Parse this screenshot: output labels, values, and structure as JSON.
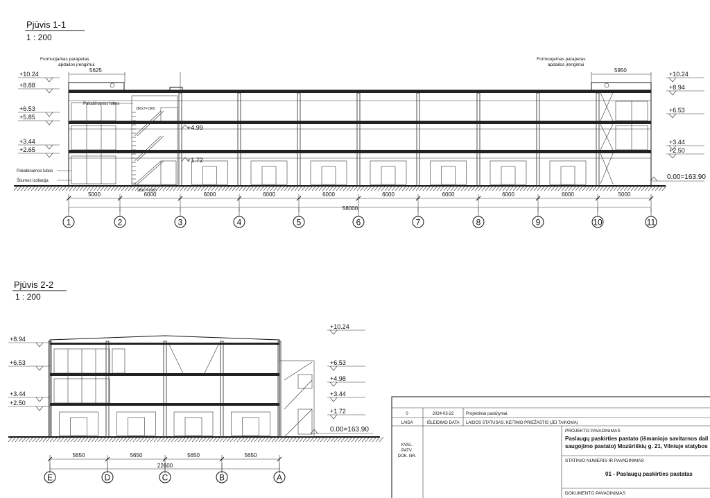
{
  "section1": {
    "title": "Pjūvis 1-1",
    "scale": "1 : 200",
    "parapet_note_left": [
      "Formuojamas parapetas",
      "apdailos įrengimui"
    ],
    "parapet_note_right": [
      "Formuojamas parapetas",
      "apdailos įrengimui"
    ],
    "parapet_width_left": "5625",
    "parapet_width_right": "5950",
    "levels_left": [
      "+10.24",
      "+8.88",
      "+6.53",
      "+5.85",
      "+3.44",
      "+2.65"
    ],
    "levels_right": [
      "+10.24",
      "+8.94",
      "+6.53",
      "+3.44",
      "+2.50"
    ],
    "ground_level": "0.00=163.90",
    "stair_levels": [
      "+4.99",
      "+1.72"
    ],
    "stair_note_top": "280x7=1960",
    "stair_note_bottom": "280x7=1960",
    "notes": [
      "Pakabinamos lubos",
      "Pakabinamos lubos",
      "Šilumos izoliacija"
    ],
    "dimensions": [
      "5000",
      "6000",
      "6000",
      "6000",
      "6000",
      "6000",
      "6000",
      "6000",
      "6000",
      "5000"
    ],
    "total_dimension": "58000",
    "axes": [
      "1",
      "2",
      "3",
      "4",
      "5",
      "6",
      "7",
      "8",
      "9",
      "10",
      "11"
    ]
  },
  "section2": {
    "title": "Pjūvis 2-2",
    "scale": "1 : 200",
    "levels_left": [
      "+8.94",
      "+6.53",
      "+3.44",
      "+2.50"
    ],
    "levels_right": [
      "+10.24",
      "+6.53",
      "+4.98",
      "+3.44",
      "+1.72"
    ],
    "ground_level": "0.00=163.90",
    "dimensions": [
      "5650",
      "5650",
      "5650",
      "5650"
    ],
    "total_dimension": "22600",
    "axes": [
      "E",
      "D",
      "C",
      "B",
      "A"
    ]
  },
  "title_block": {
    "rev_row": [
      "0",
      "2024-03-22",
      "Projektiniai pasiūlymai."
    ],
    "header_row": [
      "LAIDA",
      "IŠLEIDIMO DATA",
      "LAIDOS STATUSAS. KEITIMO PRIEŽASTIS (JEI TAIKOMA)"
    ],
    "side_labels": [
      "KVAL.",
      "PATV.",
      "DOK. NR."
    ],
    "project_heading": "PROJEKTO PAVADINIMAS",
    "project_name_1": "Paslaugų paskirties pastato (išmaniojo savitarnos dail",
    "project_name_2": "saugojimo pastato) Mozūriškių g. 21, Vilniuje statybos",
    "building_heading": "STATINIO NUMERIS IR PAVADINIMAS",
    "building_name": "01 - Paslaugų paskirties pastatas",
    "document_heading": "DOKUMENTO PAVADINIMAS"
  }
}
